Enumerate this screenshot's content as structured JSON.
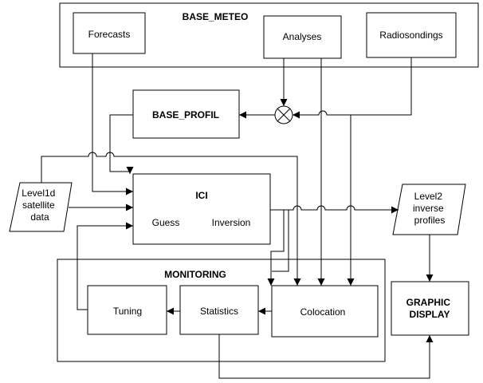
{
  "groups": {
    "base_meteo": "BASE_METEO",
    "monitoring": "MONITORING"
  },
  "boxes": {
    "forecasts": "Forecasts",
    "analyses": "Analyses",
    "radiosondings": "Radiosondings",
    "base_profil": "BASE_PROFIL",
    "ici": "ICI",
    "guess": "Guess",
    "inversion": "Inversion",
    "tuning": "Tuning",
    "statistics": "Statistics",
    "colocation": "Colocation",
    "graphic_display": [
      "GRAPHIC",
      "DISPLAY"
    ]
  },
  "data_nodes": {
    "level1d": [
      "Level1d",
      "satellite",
      "data"
    ],
    "level2": [
      "Level2",
      "inverse",
      "profiles"
    ]
  },
  "colors": {
    "stroke": "#000000",
    "background": "#ffffff"
  }
}
